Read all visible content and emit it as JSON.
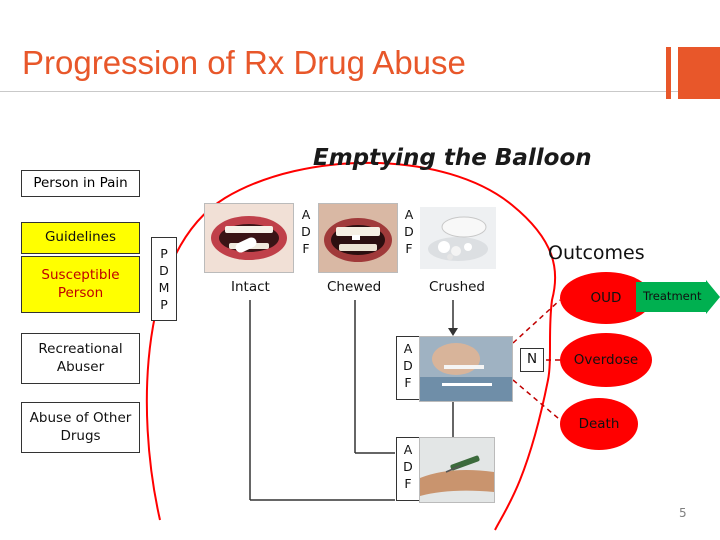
{
  "slide": {
    "title": "Progression of Rx Drug Abuse",
    "page_number": "5"
  },
  "balloon": {
    "title": "Emptying the Balloon"
  },
  "left_column": {
    "person_in_pain": "Person in Pain",
    "guidelines": "Guidelines",
    "susceptible_person": "Susceptible Person",
    "recreational_abuser": "Recreational Abuser",
    "abuse_other_drugs": "Abuse of Other Drugs",
    "pdmp_letters": [
      "P",
      "D",
      "M",
      "P"
    ]
  },
  "routes": {
    "intact": "Intact",
    "chewed": "Chewed",
    "crushed": "Crushed",
    "adf_letters": [
      "A",
      "D",
      "F"
    ]
  },
  "outcomes": {
    "title": "Outcomes",
    "oud": "OUD",
    "overdose": "Overdose",
    "death": "Death",
    "treatment": "Treatment",
    "n_box": "N"
  },
  "colors": {
    "title_accent": "#e8572a",
    "guidelines_fill": "#ffff00",
    "susceptible_text": "#c00000",
    "balloon_outline": "#ff0000",
    "outcome_fill": "#ff0000",
    "treatment_fill": "#00b050"
  },
  "icons": [
    "mouth-pill-photo",
    "chewing-teeth-photo",
    "crushed-pill-photo",
    "snorting-photo",
    "injection-photo"
  ]
}
